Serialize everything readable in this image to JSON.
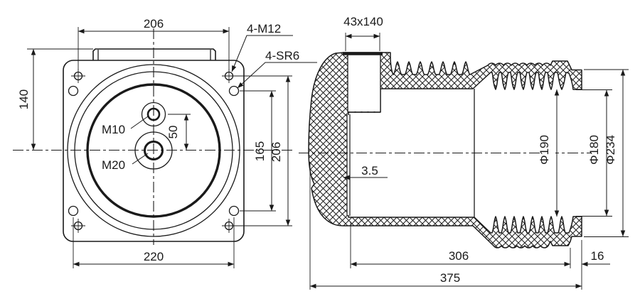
{
  "drawing": {
    "title": "insulator-contact-box-technical-drawing",
    "colors": {
      "line": "#1a1a1a",
      "background": "#ffffff"
    },
    "front_view": {
      "dim_bolt_spacing_h": "206",
      "dim_height_to_center": "140",
      "dim_hole_offset": "50",
      "upper_hole": "M10",
      "center_hole": "M20",
      "corner_holes": "4-M12",
      "sphere_holes": "4-SR6",
      "dim_sphere_spacing_v": "165",
      "dim_bolt_spacing_v": "206",
      "dim_sphere_spacing_h": "220"
    },
    "side_view": {
      "dim_slot": "43x140",
      "dim_wall_thickness": "3.5",
      "dim_inner_dia": "Φ190",
      "dim_mouth_dia": "Φ180",
      "dim_outer_dia": "Φ234",
      "dim_body_length": "306",
      "dim_rim_length": "16",
      "dim_total_length": "375"
    }
  }
}
